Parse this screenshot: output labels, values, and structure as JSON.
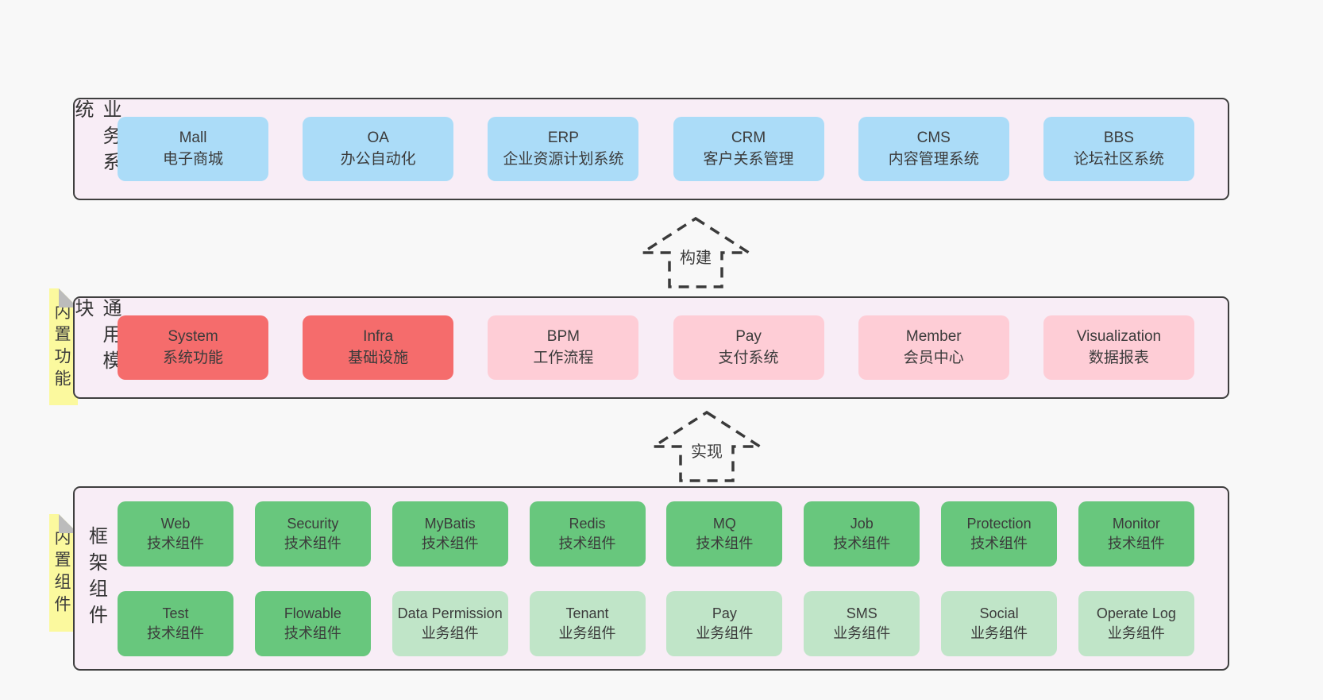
{
  "colors": {
    "page_bg": "#f8f8f8",
    "panel_bg": "#f8edf6",
    "panel_border": "#3f3f3f",
    "blue_box": "#abdcf8",
    "red_box": "#f56c6c",
    "pink_box": "#fecdd6",
    "green_box": "#68c77d",
    "light_green_box": "#c0e5c8",
    "sticky_note": "#fbf99e",
    "text": "#3b3b3b"
  },
  "arrows": [
    {
      "label": "构建"
    },
    {
      "label": "实现"
    }
  ],
  "bands": [
    {
      "label": "业务系统",
      "boxes": [
        {
          "title": "Mall",
          "subtitle": "电子商城"
        },
        {
          "title": "OA",
          "subtitle": "办公自动化"
        },
        {
          "title": "ERP",
          "subtitle": "企业资源计划系统"
        },
        {
          "title": "CRM",
          "subtitle": "客户关系管理"
        },
        {
          "title": "CMS",
          "subtitle": "内容管理系统"
        },
        {
          "title": "BBS",
          "subtitle": "论坛社区系统"
        }
      ]
    },
    {
      "label": "通用模块",
      "note": "内置功能",
      "boxes": [
        {
          "title": "System",
          "subtitle": "系统功能"
        },
        {
          "title": "Infra",
          "subtitle": "基础设施"
        },
        {
          "title": "BPM",
          "subtitle": "工作流程"
        },
        {
          "title": "Pay",
          "subtitle": "支付系统"
        },
        {
          "title": "Member",
          "subtitle": "会员中心"
        },
        {
          "title": "Visualization",
          "subtitle": "数据报表"
        }
      ]
    },
    {
      "label": "框架组件",
      "note": "内置组件",
      "rows": [
        [
          {
            "title": "Web",
            "subtitle": "技术组件"
          },
          {
            "title": "Security",
            "subtitle": "技术组件"
          },
          {
            "title": "MyBatis",
            "subtitle": "技术组件"
          },
          {
            "title": "Redis",
            "subtitle": "技术组件"
          },
          {
            "title": "MQ",
            "subtitle": "技术组件"
          },
          {
            "title": "Job",
            "subtitle": "技术组件"
          },
          {
            "title": "Protection",
            "subtitle": "技术组件"
          },
          {
            "title": "Monitor",
            "subtitle": "技术组件"
          }
        ],
        [
          {
            "title": "Test",
            "subtitle": "技术组件"
          },
          {
            "title": "Flowable",
            "subtitle": "技术组件"
          },
          {
            "title": "Data Permission",
            "subtitle": "业务组件"
          },
          {
            "title": "Tenant",
            "subtitle": "业务组件"
          },
          {
            "title": "Pay",
            "subtitle": "业务组件"
          },
          {
            "title": "SMS",
            "subtitle": "业务组件"
          },
          {
            "title": "Social",
            "subtitle": "业务组件"
          },
          {
            "title": "Operate Log",
            "subtitle": "业务组件"
          }
        ]
      ]
    }
  ]
}
